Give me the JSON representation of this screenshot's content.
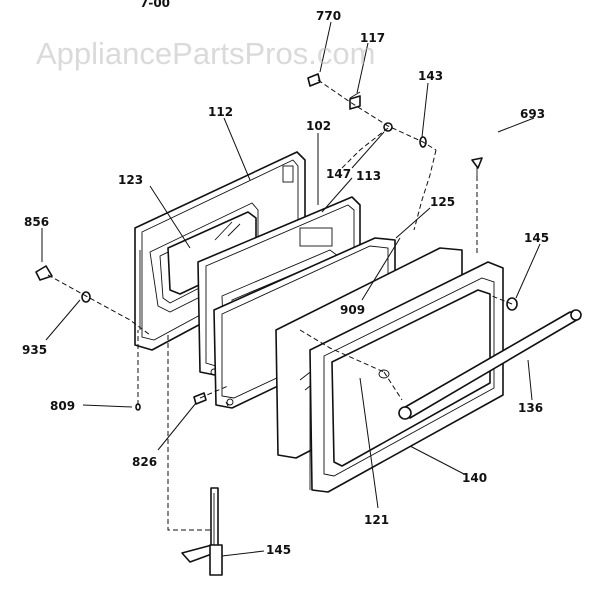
{
  "watermark": "AppliancePartsPros.com",
  "header_fragment": "7-00",
  "callouts": [
    {
      "id": "770",
      "text": "770"
    },
    {
      "id": "117",
      "text": "117"
    },
    {
      "id": "143",
      "text": "143"
    },
    {
      "id": "112",
      "text": "112"
    },
    {
      "id": "102",
      "text": "102"
    },
    {
      "id": "693",
      "text": "693"
    },
    {
      "id": "147",
      "text": "147"
    },
    {
      "id": "113",
      "text": "113"
    },
    {
      "id": "123",
      "text": "123"
    },
    {
      "id": "125",
      "text": "125"
    },
    {
      "id": "856",
      "text": "856"
    },
    {
      "id": "145a",
      "text": "145"
    },
    {
      "id": "909",
      "text": "909"
    },
    {
      "id": "935",
      "text": "935"
    },
    {
      "id": "809",
      "text": "809"
    },
    {
      "id": "136",
      "text": "136"
    },
    {
      "id": "826",
      "text": "826"
    },
    {
      "id": "140",
      "text": "140"
    },
    {
      "id": "121",
      "text": "121"
    },
    {
      "id": "145b",
      "text": "145"
    }
  ]
}
